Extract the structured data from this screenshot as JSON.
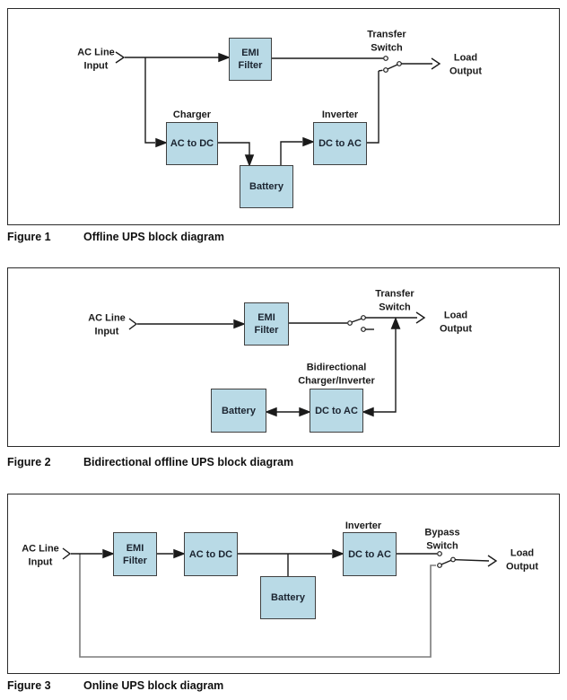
{
  "colors": {
    "block_fill": "#b9dae6",
    "block_border": "#404040",
    "line": "#1a1a1a",
    "bypass_line": "#7b7b7b",
    "frame_border": "#2b2b2b"
  },
  "figure1": {
    "caption": {
      "label": "Figure 1",
      "title": "Offline UPS block diagram"
    },
    "annotations": {
      "ac_line": [
        "AC Line",
        "Input"
      ],
      "charger": "Charger",
      "inverter": "Inverter",
      "transfer_switch": [
        "Transfer",
        "Switch"
      ],
      "load": [
        "Load",
        "Output"
      ]
    },
    "blocks": {
      "emi": [
        "EMI",
        "Filter"
      ],
      "ac_to_dc": "AC to DC",
      "battery": "Battery",
      "dc_to_ac": "DC to AC"
    }
  },
  "figure2": {
    "caption": {
      "label": "Figure 2",
      "title": "Bidirectional offline UPS block diagram"
    },
    "annotations": {
      "ac_line": [
        "AC Line",
        "Input"
      ],
      "transfer_switch": [
        "Transfer",
        "Switch"
      ],
      "load": [
        "Load",
        "Output"
      ],
      "bidirectional": [
        "Bidirectional",
        "Charger/Inverter"
      ]
    },
    "blocks": {
      "emi": [
        "EMI",
        "Filter"
      ],
      "battery": "Battery",
      "dc_to_ac": "DC to AC"
    }
  },
  "figure3": {
    "caption": {
      "label": "Figure 3",
      "title": "Online UPS block diagram"
    },
    "annotations": {
      "ac_line": [
        "AC Line",
        "Input"
      ],
      "inverter": "Inverter",
      "bypass_switch": [
        "Bypass",
        "Switch"
      ],
      "load": [
        "Load",
        "Output"
      ]
    },
    "blocks": {
      "emi": [
        "EMI",
        "Filter"
      ],
      "ac_to_dc": "AC to DC",
      "battery": "Battery",
      "dc_to_ac": "DC to AC"
    }
  }
}
